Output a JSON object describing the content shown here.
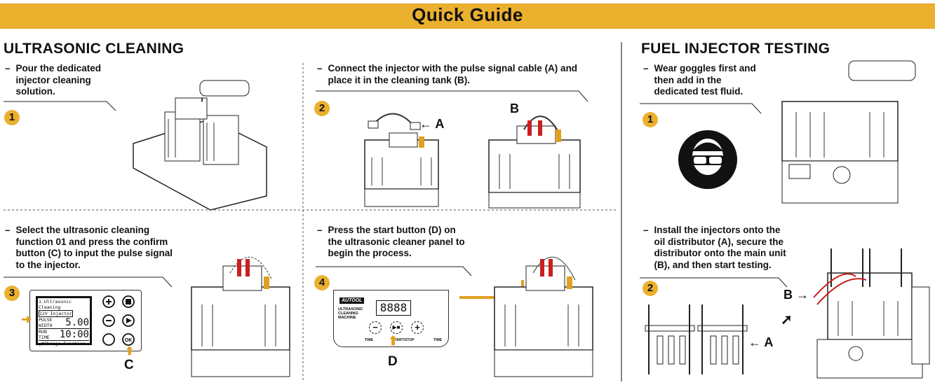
{
  "banner": {
    "title": "Quick Guide"
  },
  "ultrasonic": {
    "title": "ULTRASONIC CLEANING",
    "steps": [
      {
        "number": "1",
        "text": "Pour the dedicated injector cleaning solution."
      },
      {
        "number": "2",
        "text": "Connect the injector with the pulse signal cable (A) and place it in the cleaning tank (B).",
        "labels": [
          "A",
          "B"
        ]
      },
      {
        "number": "3",
        "text": "Select the ultrasonic cleaning function 01 and press the confirm button (C) to input the pulse signal to the injector.",
        "labels": [
          "C"
        ]
      },
      {
        "number": "4",
        "text": "Press the start button (D) on the ultrasonic cleaner panel to begin the process.",
        "labels": [
          "D"
        ]
      }
    ],
    "lcd": {
      "line1": "1.Ultrasonic Cleaning",
      "line2": "12V Injector",
      "pulse_label": "PULSE WIDTH",
      "pulse_value": "5.00",
      "run_label": "RUN TIME",
      "run_value": "10:00",
      "footer": "▲▼Change Function",
      "ok": "OK"
    },
    "panel": {
      "brand": "AUTOOL",
      "machine": "ULTRASONIC CLEANING MACHINE",
      "display": "8888",
      "buttons": [
        "TIME",
        "START/STOP",
        "TIME"
      ]
    }
  },
  "fuel": {
    "title": "FUEL INJECTOR TESTING",
    "steps": [
      {
        "number": "1",
        "text": "Wear goggles first and then add in the dedicated test fluid."
      },
      {
        "number": "2",
        "text": "Install the injectors onto the oil distributor (A), secure the distributor onto the main unit (B), and then start testing.",
        "labels": [
          "A",
          "B"
        ]
      }
    ]
  },
  "colors": {
    "accent": "#ebb02e",
    "text": "#111111"
  }
}
